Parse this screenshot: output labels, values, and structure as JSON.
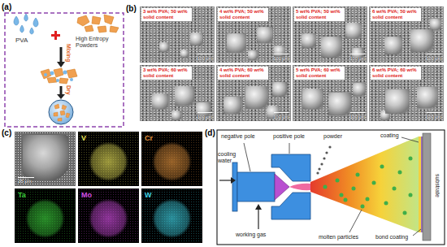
{
  "diagram": {
    "nodes": [
      {
        "text": [
          "3 wt% PVA; 50 wt% solid content",
          "100 μm"
        ]
      },
      {
        "text": [
          "4 wt% PVA; 50 wt% solid content",
          "100 μm"
        ]
      },
      {
        "text": [
          "5 wt% PVA; 50 wt% solid content",
          "100 μm"
        ]
      },
      {
        "text": [
          "6 wt% PVA; 50 wt% solid content",
          "100 μm"
        ]
      },
      {
        "text": [
          "3 wt% PVA; 60 wt% solid content",
          "100 μm"
        ]
      },
      {
        "text": [
          "4 wt% PVA; 60 wt% solid content",
          "100 μm"
        ]
      },
      {
        "text": [
          "5 wt% PVA; 60 wt% solid content",
          "100 μm"
        ]
      },
      {
        "text": [
          "6 wt% PVA; 60 wt% solid content",
          "100 μm"
        ]
      },
      {
        "text": [
          "25 μm"
        ]
      },
      {
        "text": [
          "V"
        ]
      },
      {
        "text": [
          "Cr"
        ]
      },
      {
        "text": [
          "Ta"
        ]
      },
      {
        "text": [
          "Mo"
        ]
      },
      {
        "text": [
          "W"
        ]
      }
    ],
    "labels": [
      "(a)",
      "(b)",
      "(c)",
      "(d)",
      "PVA",
      "High Entropy Powders",
      "Mixing",
      "Dry",
      "negative pole",
      "positive pole",
      "powder",
      "cooling water",
      "working gas",
      "molten particles",
      "coating",
      "bond coating",
      "substrate"
    ]
  }
}
